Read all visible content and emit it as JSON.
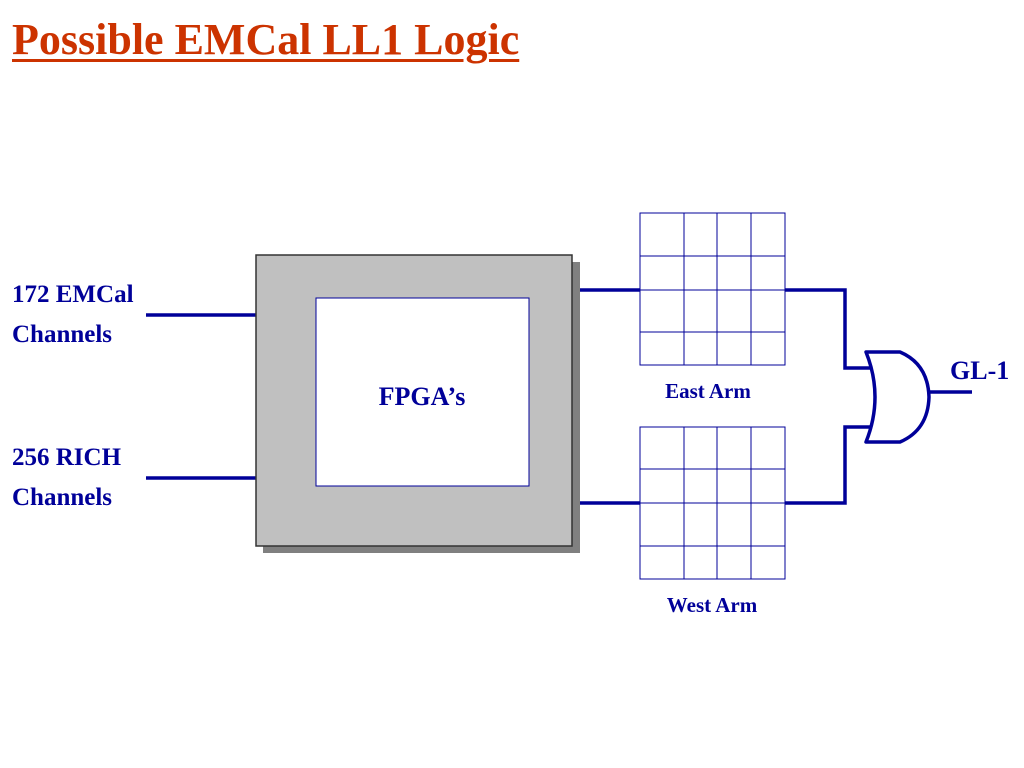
{
  "title": "Possible EMCal LL1 Logic",
  "colors": {
    "title": "#CC3300",
    "wire": "#000099",
    "text": "#000099",
    "fpga_outer_fill": "#C0C0C0",
    "fpga_shadow": "#808080",
    "fpga_border": "#333333",
    "grid_line": "#000099"
  },
  "inputs": {
    "emcal": {
      "line1": "172 EMCal",
      "line2": "Channels"
    },
    "rich": {
      "line1": "256 RICH",
      "line2": "Channels"
    }
  },
  "fpga": {
    "label": "FPGA’s"
  },
  "arms": {
    "east": {
      "label": "East Arm",
      "columns": 4,
      "rows": 4
    },
    "west": {
      "label": "West Arm",
      "columns": 4,
      "rows": 4
    }
  },
  "gate": {
    "type": "OR"
  },
  "output": {
    "label": "GL-1"
  }
}
